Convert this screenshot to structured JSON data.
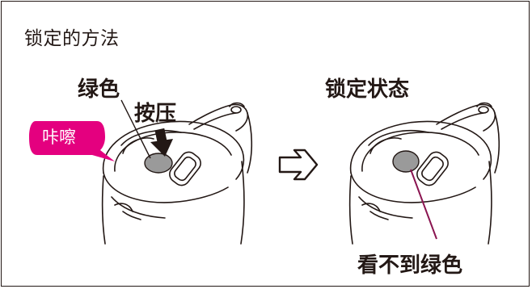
{
  "title": "锁定的方法",
  "left_panel": {
    "green_label": "绿色",
    "press_label": "按压",
    "click_bubble": "咔嚓"
  },
  "right_panel": {
    "state_label": "锁定状态",
    "caption": "看不到绿色"
  },
  "colors": {
    "bubble": "#e4007f",
    "indicator_gray": "#9a9a9a",
    "caption_line": "#8a1450",
    "line": "#231815"
  },
  "icons": [
    "down-arrow-icon",
    "right-arrow-icon"
  ]
}
